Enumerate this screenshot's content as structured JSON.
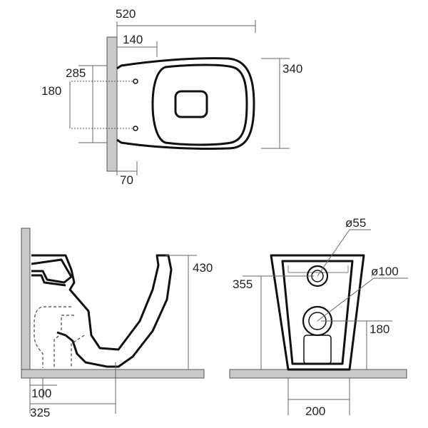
{
  "diagram": {
    "top_view": {
      "overall_length": "520",
      "wall_to_fixing": "140",
      "fixing_spacing_outer": "285",
      "fixing_spacing_inner": "180",
      "overall_width": "340",
      "wall_offset": "70"
    },
    "side_view": {
      "height": "430",
      "outlet_from_wall": "100",
      "outlet_centre_from_wall": "325"
    },
    "rear_view": {
      "diameter_small": "ø55",
      "diameter_large": "ø100",
      "small_hole_height": "355",
      "large_hole_height": "180",
      "base_width": "200"
    }
  }
}
